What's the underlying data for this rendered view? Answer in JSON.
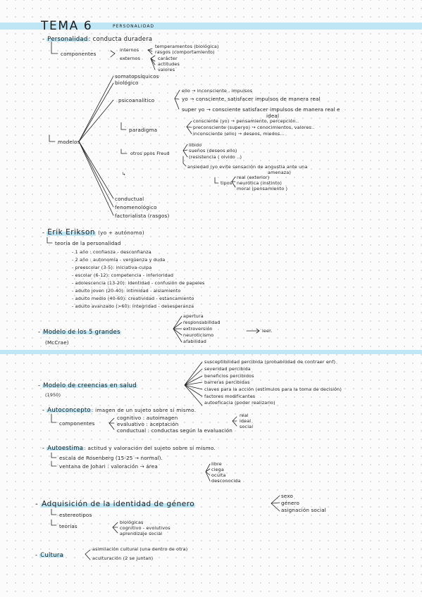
{
  "page1": {
    "tema_label": "TEMA 6",
    "tema_subtitle": "PERSONALIDAD",
    "personalidad": {
      "term": "Personalidad",
      "definition": ": conducta duradera",
      "componentes_label": "componentes",
      "internos_label": "internos",
      "internos_items": [
        "temperamentos (biológica)",
        "rasgos (comportamiento)"
      ],
      "externos_label": "externos",
      "externos_items": [
        "carácter",
        "actitudes",
        "valores"
      ]
    },
    "modelos": {
      "label": "modelos",
      "top_items": [
        "somatopsíquicos",
        "biológico"
      ],
      "psicoanalitico_label": "psicoanalítico",
      "psico_items": [
        "ello → inconsciente , impulsos",
        "yo → consciente, satisfacer impulsos de manera real",
        "super yo → consciente satisfacer impulsos de manera real e",
        "ideal"
      ],
      "paradigma_label": "paradigma",
      "paradigma_items": [
        "consciente (yo) → pensamiento, percepción..",
        "preconsciente (superyo) → conocimientos, valores..",
        "inconsciente (ello) → deseos, miedos..."
      ],
      "freud_label": "otros ppos Freud",
      "freud_items": [
        "libido",
        "sueños (deseos ello)",
        "(resistencia ( olvido ..)"
      ],
      "ansiedad_lines": [
        "ansiedad (yo evite sensación de angustia ante una",
        "amenaza)"
      ],
      "tipos_label": "tipos",
      "tipos_items": [
        "real (exterior)",
        "neurótica (instinto)",
        "moral (pensamiento )"
      ],
      "bottom_items": [
        "conductual",
        "fenomenológico",
        "factorialista (rasgos)"
      ]
    },
    "erikson": {
      "term": "Erik Erikson",
      "note": "(yo + autónomo)",
      "theory_label": "teoría de la personalidad",
      "stages": [
        "- 1 año : confianza - desconfianza",
        "- 2 año : autonomía - vergüenza y duda",
        "- preescolar (3-5): iniciativa-culpa",
        "- escolar (6-12): competencia - inferioridad",
        "- adolescencia (13-20): identidad - confusión de papeles",
        "- adulto joven (20-40): intimidad - aislamiento",
        "- adulto medio (40-60): creatividad - estancamiento",
        "- adulto avanzado (>60): integridad - desesperanza"
      ]
    },
    "cinco_grandes": {
      "term": "Modelo de los 5 grandes",
      "author": "(McCrae)",
      "items": [
        "apertura",
        "responsabilidad",
        "extroversión",
        "neuroticismo",
        "afabilidad"
      ],
      "arrow_note": "leer."
    }
  },
  "page2": {
    "creencias": {
      "term": "Modelo de creencias en salud",
      "year": "(1950)",
      "items": [
        "susceptibilidad percibida (probabilidad de contraer enf)",
        "severidad percibida",
        "beneficios percibidos",
        "barreras percibidas",
        "claves para la acción (estímulos para la toma de decisión)",
        "factores modificantes",
        "autoeficacia (poder realizarlo)"
      ]
    },
    "autoconcepto": {
      "term": "Autoconcepto",
      "definition": ": imagen de un sujeto sobre sí mismo.",
      "componentes_label": "componentes",
      "items": [
        "cognitivo : autoimagen",
        "evaluativo : aceptación",
        "conductual : conductas según la evaluación"
      ],
      "autoimagen_items": [
        "real",
        "ideal",
        "social"
      ]
    },
    "autoestima": {
      "term": "Autoestima",
      "definition": ": actitud y valoración del sujeto sobre sí mismo.",
      "rosenberg": "escala de Rosenberg (15-25 → normal).",
      "johari": "ventana de Johari : valoración → área",
      "areas": [
        "libre",
        "ciega",
        "oculta",
        "desconocida"
      ]
    },
    "genero": {
      "term": "Adquisición de la identidad de género",
      "items": [
        "sexo",
        "género",
        "asignación social"
      ],
      "estereotipos": "estereotipos",
      "teorias_label": "teorías",
      "teorias_items": [
        "biológicas",
        "cognitivo - evolutivos",
        "aprendizaje social"
      ]
    },
    "cultura": {
      "term": "Cultura",
      "items": [
        "asimilación cultural (una dentro de otra)",
        "aculturación (2 se juntan)"
      ]
    }
  }
}
